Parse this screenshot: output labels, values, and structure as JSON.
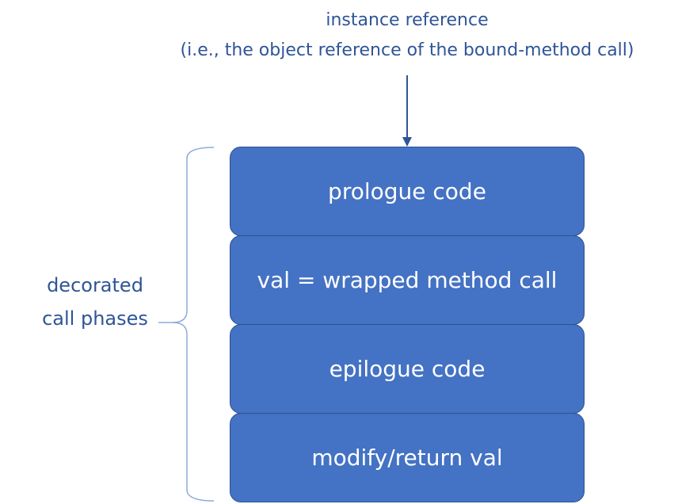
{
  "top_label": {
    "line1": "instance reference",
    "line2": "(i.e., the object reference of the bound-method call)"
  },
  "side_label": {
    "line1": "decorated",
    "line2": "call phases"
  },
  "phases": [
    "prologue code",
    "val = wrapped method call",
    "epilogue code",
    "modify/return val"
  ],
  "colors": {
    "box_fill": "#4472C4",
    "box_border": "#2F528F",
    "text_label": "#2F5597",
    "arrow": "#2F5597",
    "brace": "#8FAADC"
  }
}
